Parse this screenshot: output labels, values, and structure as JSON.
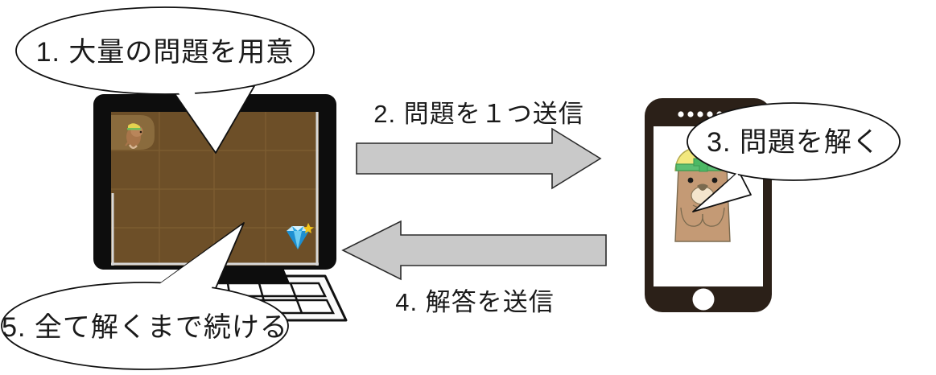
{
  "diagram": {
    "title": "quiz loop between PC server and smartphone",
    "background_color": "#ffffff"
  },
  "bubbles": [
    {
      "id": "bubble-1",
      "label": "1. 大量の問題を用意",
      "points_to": "pc-screen",
      "fill": "#ffffff",
      "stroke": "#111111"
    },
    {
      "id": "bubble-3",
      "label": "3. 問題を解く",
      "points_to": "phone-mole",
      "fill": "#ffffff",
      "stroke": "#111111"
    },
    {
      "id": "bubble-5",
      "label": "5. 全て解くまで続ける",
      "points_to": "pc-gem",
      "fill": "#ffffff",
      "stroke": "#111111"
    }
  ],
  "arrows": [
    {
      "id": "arrow-send-question",
      "label": "2. 問題を１つ送信",
      "direction": "right",
      "from": "pc",
      "to": "phone",
      "fill": "#c9c9c9",
      "stroke": "#2b2b2b",
      "label_position": "above"
    },
    {
      "id": "arrow-send-answer",
      "label": "4. 解答を送信",
      "direction": "left",
      "from": "phone",
      "to": "pc",
      "fill": "#c9c9c9",
      "stroke": "#2b2b2b",
      "label_position": "below"
    }
  ],
  "pc": {
    "name": "desktop-monitor",
    "bezel_color": "#0d0d0d",
    "screen": {
      "dirt_color": "#6d4f28",
      "tunnel_color": "#8a6b3d",
      "grid_line_color": "#7d5d31",
      "edge_highlight": "#d8d8d8",
      "mole_label": "mole-character",
      "gem_label": "diamond-gem",
      "gem_color": "#29a8e0",
      "gem_highlight": "#d9f2fb",
      "gem_sparkle_color": "#f5c518"
    },
    "keyboard_color": "#f2f2f2",
    "keyboard_outline": "#111111"
  },
  "phone": {
    "name": "smartphone",
    "body_color": "#2b2018",
    "screen_color": "#ffffff",
    "home_button_color": "#ffffff",
    "speaker_dot_color": "#ffffff",
    "speaker_dot_count": 5,
    "mole": {
      "name": "mole-character-portrait",
      "face_color": "#c49a75",
      "helmet_color": "#f2e87e",
      "helmet_band_color": "#5cbf73",
      "helmet_cross_color": "#4cb964",
      "snout_color": "#f4e5cd",
      "eye_color": "#1a1a1a",
      "outline_color": "#7a6a4f"
    }
  }
}
